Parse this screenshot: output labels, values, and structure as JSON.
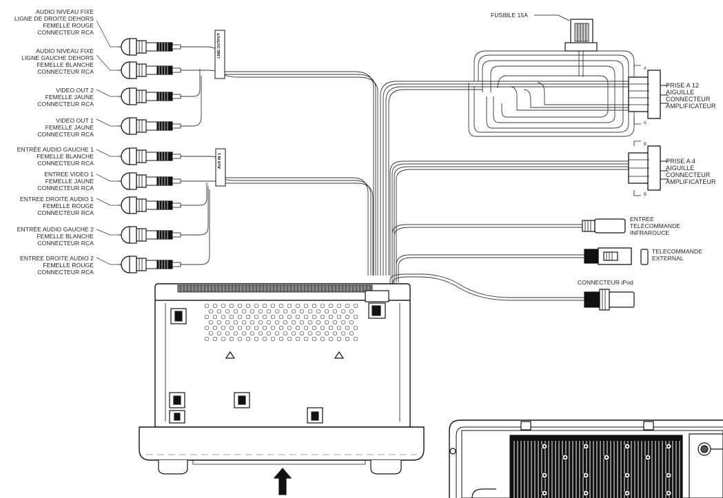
{
  "left_connectors": [
    {
      "lines": [
        "AUDIO NIVEAU FIXE",
        "LIGNE DE DROITE DEHORS",
        "FEMELLE ROUGE",
        "CONNECTEUR RCA"
      ]
    },
    {
      "lines": [
        "AUDIO NIVEAU FIXE",
        "LIGNE GAUCHE DEHORS",
        "FEMELLE BLANCHE",
        "CONNECTEUR RCA"
      ]
    },
    {
      "lines": [
        "VIDEO OUT 2",
        "FEMELLE JAUNE",
        "CONNECTEUR RCA"
      ]
    },
    {
      "lines": [
        "VIDEO OUT 1",
        "FEMELLE JAUNE",
        "CONNECTEUR RCA"
      ]
    },
    {
      "lines": [
        "ENTRÉE AUDIO GAUCHE 1",
        "FEMELLE BLANCHE",
        "CONNECTEUR RCA"
      ]
    },
    {
      "lines": [
        "ENTREE VIDEO 1",
        "FEMELLE JAUNE",
        "CONNECTEUR RCA"
      ]
    },
    {
      "lines": [
        "ENTREE DROITE AUDIO 1",
        "FEMELLE ROUGE",
        "CONNECTEUR RCA"
      ]
    },
    {
      "lines": [
        "ENTRÉE AUDIO GAUCHE 2",
        "FEMELLE BLANCHE",
        "CONNECTEUR RCA"
      ]
    },
    {
      "lines": [
        "ENTREE DROITE AUDIO 2",
        "FEMELLE ROUGE",
        "CONNECTEUR RCA"
      ]
    }
  ],
  "tags": {
    "line_output": "LINE OUTPUT",
    "aux_in": "AUX IN 1"
  },
  "right_labels": {
    "fuse": "FUSIBLE 15A",
    "plug12": [
      "PRISE A 12",
      "AIGUILLE",
      "CONNECTEUR",
      "AMPLIFICATEUR"
    ],
    "plug4": [
      "PRISE A 4",
      "AIGUILLE",
      "CONNECTEUR",
      "AMPLIFICATEUR"
    ],
    "ir_input": [
      "ENTREE",
      "TELECOMMANDE",
      "INFRAROUCE"
    ],
    "remote": [
      "TELECOMMANDE",
      "EXTERNAL"
    ],
    "ipod": "CONNECTEUR iPod",
    "pin_a": "A",
    "pin_b": "B"
  }
}
